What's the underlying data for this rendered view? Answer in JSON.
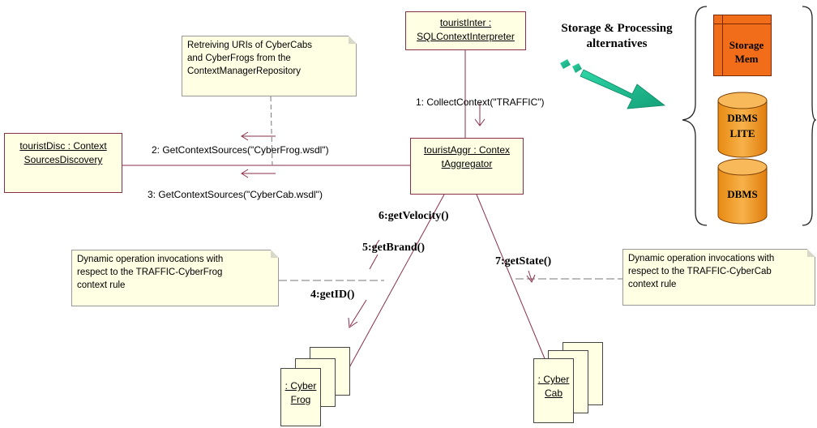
{
  "objects": {
    "tourist_inter": {
      "line1": "touristInter :",
      "line2": "SQLContextInterpreter"
    },
    "tourist_aggr": {
      "line1": "touristAggr : Contex",
      "line2": "tAggregator"
    },
    "tourist_disc": {
      "line1": "touristDisc : Context",
      "line2": "SourcesDiscovery"
    },
    "cyber_frog": {
      "line1": ": Cyber",
      "line2": "Frog"
    },
    "cyber_cab": {
      "line1": ": Cyber",
      "line2": "Cab"
    }
  },
  "notes": {
    "retrieving": [
      "Retreiving URIs of CyberCabs",
      "and CyberFrogs from the",
      "ContextManagerRepository"
    ],
    "frog_rule": [
      "Dynamic operation invocations with",
      "respect to the TRAFFIC-CyberFrog",
      "context rule"
    ],
    "cab_rule": [
      "Dynamic operation invocations with",
      "respect to the TRAFFIC-CyberCab",
      "context rule"
    ]
  },
  "messages": {
    "m1": "1: CollectContext(\"TRAFFIC\")",
    "m2": "2: GetContextSources(\"CyberFrog.wsdl\")",
    "m3": "3: GetContextSources(\"CyberCab.wsdl\")",
    "m4": "4:getID()",
    "m5": "5:getBrand()",
    "m6": "6:getVelocity()",
    "m7": "7:getState()"
  },
  "storage": {
    "title_line1": "Storage & Processing",
    "title_line2": "alternatives",
    "storage_mem": [
      "Storage",
      "Mem"
    ],
    "dbms_lite": [
      "DBMS",
      "LITE"
    ],
    "dbms": "DBMS"
  },
  "colors": {
    "box_fill": "#ffffe4",
    "line": "#8a2f4a",
    "arrow_teal": "#1fb98f",
    "orange": "#f26d1a",
    "cylinder": "#f5a623"
  }
}
